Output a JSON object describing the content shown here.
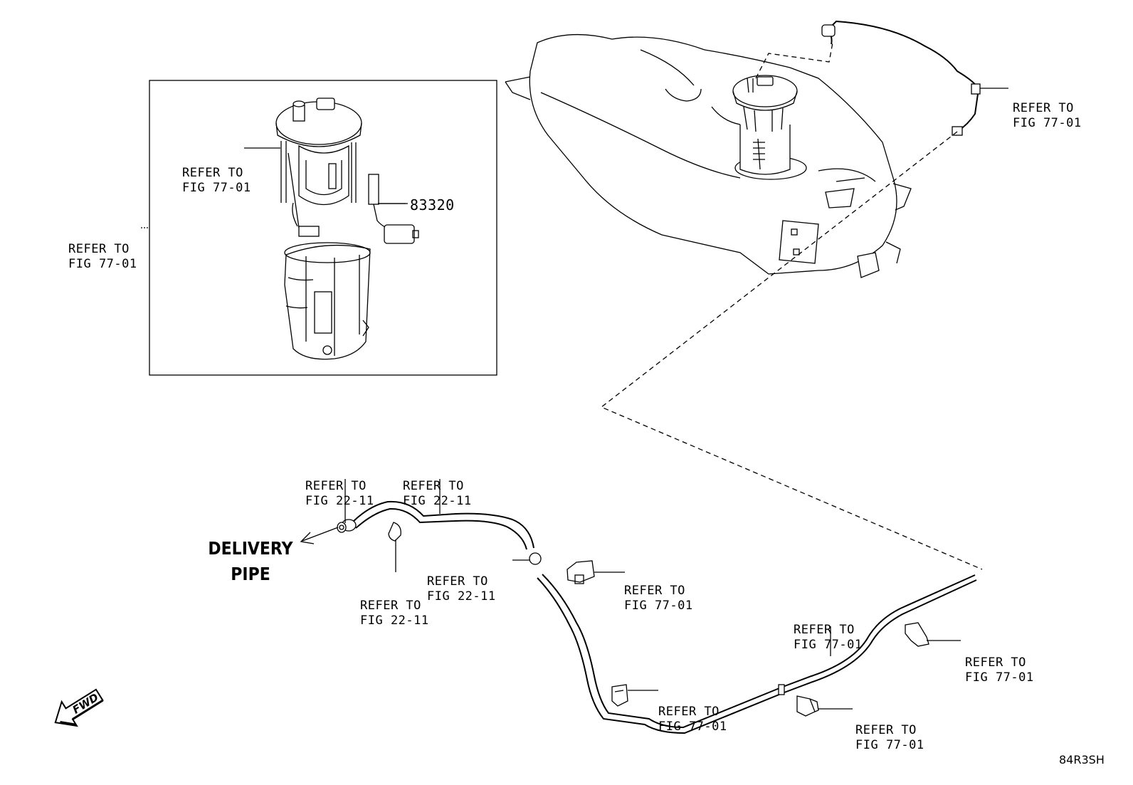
{
  "labels": {
    "refer_tank_hose": [
      "REFER TO",
      "FIG 77-01"
    ],
    "refer_inset_left": [
      "REFER TO",
      "FIG 77-01"
    ],
    "refer_inset_pump": [
      "REFER TO",
      "FIG 77-01"
    ],
    "refer_hose_clip": [
      "REFER TO",
      "FIG 22-11"
    ],
    "refer_hose_upper": [
      "REFER TO",
      "FIG 22-11"
    ],
    "refer_clamp_mid": [
      "REFER TO",
      "FIG 22-11"
    ],
    "refer_bracket_low": [
      "REFER TO",
      "FIG 22-11"
    ],
    "refer_clip_center": [
      "REFER TO",
      "FIG 77-01"
    ],
    "refer_pipe": [
      "REFER TO",
      "FIG 77-01"
    ],
    "refer_clip_right": [
      "REFER TO",
      "FIG 77-01"
    ],
    "refer_clip_lower": [
      "REFER TO",
      "FIG 77-01"
    ],
    "refer_clip_bottom": [
      "REFER TO",
      "FIG 77-01"
    ]
  },
  "part_number": "83320",
  "delivery_pipe": [
    "DELIVERY",
    "PIPE"
  ],
  "fwd": "FWD",
  "diagram_code": "84R3SH",
  "icons": [
    "fwd-arrow-icon",
    "delivery-arrow-icon"
  ]
}
